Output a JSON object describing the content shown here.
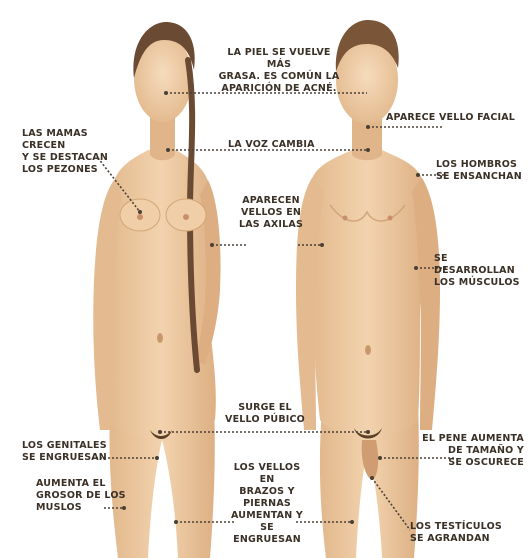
{
  "labels": {
    "oily_skin": "LA PIEL SE VUELVE MÁS\nGRASA. ES COMÚN LA\nAPARICIÓN DE ACNÉ.",
    "facial_hair": "APARECE VELLO FACIAL",
    "voice": "LA VOZ CAMBIA",
    "breasts": "LAS MAMAS CRECEN\nY SE DESTACAN\nLOS PEZONES",
    "shoulders": "LOS HOMBROS\nSE ENSANCHAN",
    "armpits": "APARECEN\nVELLOS EN\nLAS AXILAS",
    "muscles": "SE DESARROLLAN\nLOS MÚSCULOS",
    "pubic_hair": "SURGE EL\nVELLO PÚBICO",
    "genitals": "LOS GENITALES\nSE ENGRUESAN",
    "penis": "EL PENE AUMENTA\nDE TAMAÑO Y\nSE OSCURECE",
    "arm_leg_hair": "LOS VELLOS EN\nBRAZOS Y\nPIERNAS\nAUMENTAN Y SE\nENGRUESAN",
    "thighs": "AUMENTA EL\nGROSOR DE LOS\nMUSLOS",
    "testicles": "LOS TESTÍCULOS\nSE AGRANDAN"
  },
  "colors": {
    "skin": "#ecc9a0",
    "skin_shade": "#d8ad80",
    "hair_female": "#6b4a33",
    "hair_male": "#7a5538",
    "pubic": "#5c4028",
    "text": "#3a3026"
  }
}
